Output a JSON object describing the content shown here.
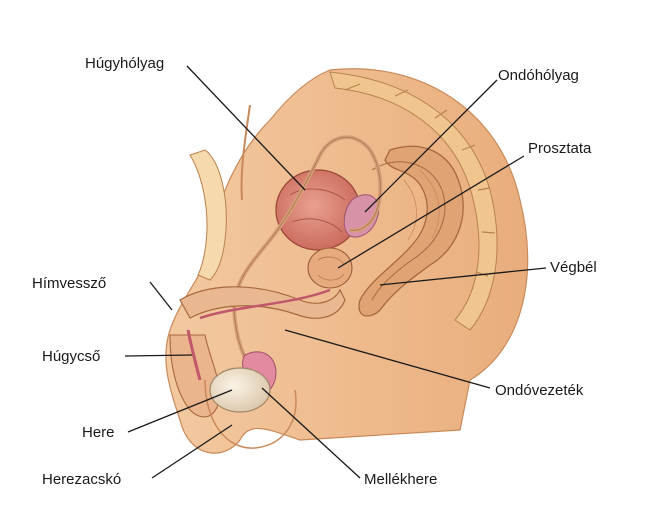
{
  "labels": {
    "bladder": "Húgyhólyag",
    "seminal_vesicle": "Ondóhólyag",
    "prostate": "Prosztata",
    "rectum": "Végbél",
    "penis": "Hímvessző",
    "urethra": "Húgycső",
    "vas_deferens": "Ondóvezeték",
    "testis": "Here",
    "scrotum": "Herezacskó",
    "epididymis": "Mellékhere"
  }
}
